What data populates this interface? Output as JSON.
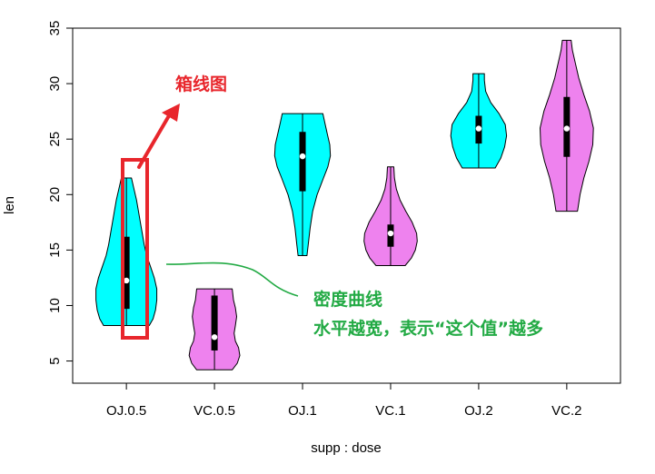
{
  "chart_data": {
    "type": "violin",
    "xlabel": "supp : dose",
    "ylabel": "len",
    "ylim": [
      3,
      35
    ],
    "yticks": [
      5,
      10,
      15,
      20,
      25,
      30,
      35
    ],
    "categories": [
      "OJ.0.5",
      "VC.0.5",
      "OJ.1",
      "VC.1",
      "OJ.2",
      "VC.2"
    ],
    "violins": [
      {
        "label": "OJ.0.5",
        "color": "#00FFFF",
        "min": 8.2,
        "max": 21.5,
        "q1": 9.7,
        "median": 12.25,
        "q3": 16.2,
        "profile": [
          [
            8.2,
            0.72
          ],
          [
            8.8,
            0.84
          ],
          [
            9.6,
            0.92
          ],
          [
            10.5,
            0.96
          ],
          [
            11.5,
            0.96
          ],
          [
            12.5,
            0.88
          ],
          [
            13.5,
            0.76
          ],
          [
            14.5,
            0.64
          ],
          [
            15.5,
            0.56
          ],
          [
            16.5,
            0.5
          ],
          [
            17.5,
            0.44
          ],
          [
            18.5,
            0.38
          ],
          [
            19.5,
            0.32
          ],
          [
            20.5,
            0.24
          ],
          [
            21.5,
            0.16
          ]
        ]
      },
      {
        "label": "VC.0.5",
        "color": "#EE82EE",
        "min": 4.2,
        "max": 11.5,
        "q1": 5.95,
        "median": 7.15,
        "q3": 10.9,
        "profile": [
          [
            4.2,
            0.56
          ],
          [
            4.8,
            0.72
          ],
          [
            5.5,
            0.8
          ],
          [
            6.2,
            0.76
          ],
          [
            6.8,
            0.66
          ],
          [
            7.5,
            0.62
          ],
          [
            8.2,
            0.66
          ],
          [
            9.0,
            0.7
          ],
          [
            9.8,
            0.66
          ],
          [
            10.5,
            0.6
          ],
          [
            11.5,
            0.56
          ]
        ]
      },
      {
        "label": "OJ.1",
        "color": "#00FFFF",
        "min": 14.5,
        "max": 27.3,
        "q1": 20.3,
        "median": 23.45,
        "q3": 25.65,
        "profile": [
          [
            14.5,
            0.14
          ],
          [
            15.5,
            0.18
          ],
          [
            17.0,
            0.24
          ],
          [
            18.5,
            0.32
          ],
          [
            20.0,
            0.46
          ],
          [
            21.5,
            0.66
          ],
          [
            22.5,
            0.8
          ],
          [
            23.5,
            0.88
          ],
          [
            24.5,
            0.86
          ],
          [
            25.5,
            0.78
          ],
          [
            26.5,
            0.7
          ],
          [
            27.3,
            0.64
          ]
        ]
      },
      {
        "label": "VC.1",
        "color": "#EE82EE",
        "min": 13.6,
        "max": 22.5,
        "q1": 15.3,
        "median": 16.5,
        "q3": 17.3,
        "profile": [
          [
            13.6,
            0.46
          ],
          [
            14.3,
            0.66
          ],
          [
            15.0,
            0.78
          ],
          [
            15.8,
            0.84
          ],
          [
            16.5,
            0.82
          ],
          [
            17.5,
            0.68
          ],
          [
            18.5,
            0.48
          ],
          [
            19.5,
            0.3
          ],
          [
            20.5,
            0.18
          ],
          [
            21.5,
            0.12
          ],
          [
            22.5,
            0.1
          ]
        ]
      },
      {
        "label": "OJ.2",
        "color": "#00FFFF",
        "min": 22.4,
        "max": 30.9,
        "q1": 24.6,
        "median": 25.95,
        "q3": 27.1,
        "profile": [
          [
            22.4,
            0.52
          ],
          [
            23.3,
            0.7
          ],
          [
            24.3,
            0.82
          ],
          [
            25.3,
            0.88
          ],
          [
            26.3,
            0.84
          ],
          [
            27.3,
            0.64
          ],
          [
            28.3,
            0.38
          ],
          [
            29.3,
            0.22
          ],
          [
            30.3,
            0.18
          ],
          [
            30.9,
            0.18
          ]
        ]
      },
      {
        "label": "VC.2",
        "color": "#EE82EE",
        "min": 18.5,
        "max": 33.9,
        "q1": 23.4,
        "median": 25.95,
        "q3": 28.8,
        "profile": [
          [
            18.5,
            0.34
          ],
          [
            20.0,
            0.42
          ],
          [
            21.5,
            0.54
          ],
          [
            23.0,
            0.7
          ],
          [
            24.5,
            0.82
          ],
          [
            26.0,
            0.84
          ],
          [
            27.5,
            0.72
          ],
          [
            29.0,
            0.54
          ],
          [
            30.5,
            0.38
          ],
          [
            32.0,
            0.26
          ],
          [
            33.0,
            0.18
          ],
          [
            33.9,
            0.14
          ]
        ]
      }
    ],
    "annotations": [
      {
        "id": "boxplot",
        "text": "箱线图",
        "color": "#E8262C"
      },
      {
        "id": "density",
        "lines": [
          "密度曲线",
          "水平越宽，表示“这个值”越多"
        ],
        "color": "#22AA44"
      }
    ]
  }
}
